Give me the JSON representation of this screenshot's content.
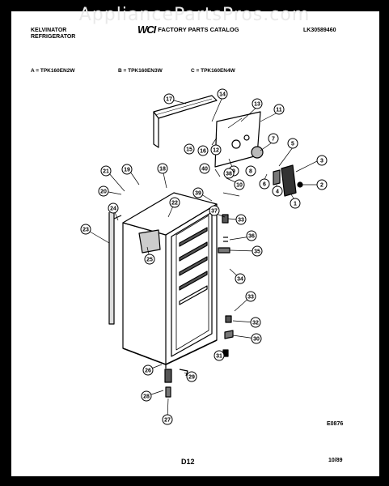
{
  "watermark": "AppliancePartsPros.com",
  "header": {
    "brand_line1": "KELVINATOR",
    "brand_line2": "REFRIGERATOR",
    "logo": "WCI",
    "catalog_title": "FACTORY PARTS CATALOG",
    "doc_number": "LK30589460"
  },
  "models": [
    "A = TPK160EN2W",
    "B = TPK160EN3W",
    "C = TPK160EN4W"
  ],
  "callouts": [
    "1",
    "2",
    "3",
    "4",
    "5",
    "6",
    "7",
    "8",
    "9",
    "10",
    "11",
    "12",
    "13",
    "14",
    "15",
    "16",
    "17",
    "18",
    "19",
    "20",
    "21",
    "22",
    "23",
    "24",
    "25",
    "26",
    "27",
    "28",
    "29",
    "30",
    "31",
    "32",
    "33",
    "33",
    "34",
    "35",
    "36",
    "37",
    "38",
    "39",
    "40"
  ],
  "footer": {
    "figure_code": "E0876",
    "page_number": "D12",
    "date": "10/89"
  }
}
